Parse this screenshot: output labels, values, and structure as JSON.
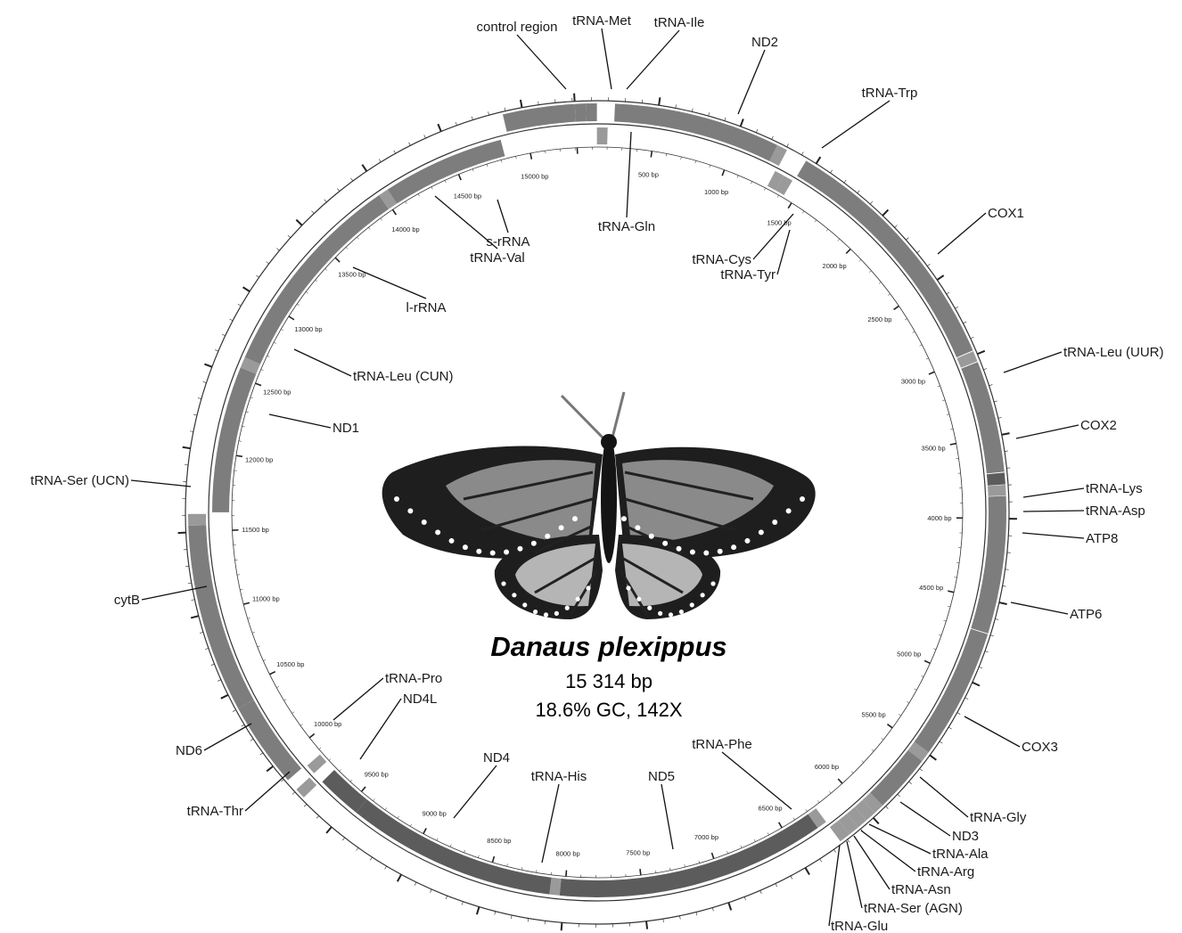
{
  "title": {
    "species": "Danaus plexippus",
    "length": "15 314 bp",
    "stats": "18.6% GC, 142X"
  },
  "genome": {
    "total_bp": 15314,
    "tick_labels": [
      "500 bp",
      "1000 bp",
      "1500 bp",
      "2000 bp",
      "2500 bp",
      "3000 bp",
      "3500 bp",
      "4000 bp",
      "4500 bp",
      "5000 bp",
      "5500 bp",
      "6000 bp",
      "6500 bp",
      "7000 bp",
      "7500 bp",
      "8000 bp",
      "8500 bp",
      "9000 bp",
      "9500 bp",
      "10000 bp",
      "10500 bp",
      "11000 bp",
      "11500 bp",
      "12000 bp",
      "12500 bp",
      "13000 bp",
      "13500 bp",
      "14000 bp",
      "14500 bp",
      "15000 bp"
    ]
  },
  "colors": {
    "gene_dark": "#5c5c5c",
    "gene_mid": "#7d7d7d",
    "gene_light": "#9a9a9a",
    "ring": "#333333"
  },
  "features": [
    {
      "name": "control region",
      "strand": "outer",
      "start": 14880,
      "end": 15314,
      "tone": "gene_mid"
    },
    {
      "name": "tRNA-Met",
      "strand": "outer",
      "start": 0,
      "end": 66,
      "tone": "gene_mid"
    },
    {
      "name": "tRNA-Ile",
      "strand": "outer",
      "start": 66,
      "end": 132,
      "tone": "gene_mid"
    },
    {
      "name": "tRNA-Gln",
      "strand": "inner",
      "start": 132,
      "end": 200,
      "tone": "gene_light"
    },
    {
      "name": "ND2",
      "strand": "outer",
      "start": 240,
      "end": 1245,
      "tone": "gene_mid"
    },
    {
      "name": "tRNA-Trp",
      "strand": "outer",
      "start": 1245,
      "end": 1310,
      "tone": "gene_light"
    },
    {
      "name": "tRNA-Cys",
      "strand": "inner",
      "start": 1305,
      "end": 1368,
      "tone": "gene_light"
    },
    {
      "name": "tRNA-Tyr",
      "strand": "inner",
      "start": 1368,
      "end": 1430,
      "tone": "gene_light"
    },
    {
      "name": "COX1",
      "strand": "outer",
      "start": 1440,
      "end": 2970,
      "tone": "gene_mid"
    },
    {
      "name": "tRNA-Leu (UUR)",
      "strand": "outer",
      "start": 2975,
      "end": 3040,
      "tone": "gene_light"
    },
    {
      "name": "COX2",
      "strand": "outer",
      "start": 3045,
      "end": 3720,
      "tone": "gene_mid"
    },
    {
      "name": "tRNA-Lys",
      "strand": "outer",
      "start": 3725,
      "end": 3795,
      "tone": "gene_dark"
    },
    {
      "name": "tRNA-Asp",
      "strand": "outer",
      "start": 3798,
      "end": 3862,
      "tone": "gene_light"
    },
    {
      "name": "ATP8",
      "strand": "outer",
      "start": 3865,
      "end": 4025,
      "tone": "gene_mid"
    },
    {
      "name": "ATP6",
      "strand": "outer",
      "start": 4020,
      "end": 4695,
      "tone": "gene_mid"
    },
    {
      "name": "COX3",
      "strand": "outer",
      "start": 4700,
      "end": 5490,
      "tone": "gene_mid"
    },
    {
      "name": "tRNA-Gly",
      "strand": "outer",
      "start": 5490,
      "end": 5555,
      "tone": "gene_light"
    },
    {
      "name": "ND3",
      "strand": "outer",
      "start": 5555,
      "end": 5910,
      "tone": "gene_mid"
    },
    {
      "name": "tRNA-Ala",
      "strand": "outer",
      "start": 5910,
      "end": 5975,
      "tone": "gene_light"
    },
    {
      "name": "tRNA-Arg",
      "strand": "outer",
      "start": 5975,
      "end": 6040,
      "tone": "gene_light"
    },
    {
      "name": "tRNA-Asn",
      "strand": "outer",
      "start": 6040,
      "end": 6105,
      "tone": "gene_light"
    },
    {
      "name": "tRNA-Ser (AGN)",
      "strand": "outer",
      "start": 6105,
      "end": 6172,
      "tone": "gene_light"
    },
    {
      "name": "tRNA-Glu",
      "strand": "outer",
      "start": 6172,
      "end": 6240,
      "tone": "gene_light"
    },
    {
      "name": "tRNA-Phe",
      "strand": "inner",
      "start": 6240,
      "end": 6305,
      "tone": "gene_light"
    },
    {
      "name": "ND5",
      "strand": "inner",
      "start": 6305,
      "end": 8030,
      "tone": "gene_dark"
    },
    {
      "name": "tRNA-His",
      "strand": "inner",
      "start": 8030,
      "end": 8095,
      "tone": "gene_light"
    },
    {
      "name": "ND4",
      "strand": "inner",
      "start": 8095,
      "end": 9440,
      "tone": "gene_dark"
    },
    {
      "name": "ND4L",
      "strand": "inner",
      "start": 9440,
      "end": 9730,
      "tone": "gene_dark"
    },
    {
      "name": "tRNA-Thr",
      "strand": "outer",
      "start": 9740,
      "end": 9805,
      "tone": "gene_light"
    },
    {
      "name": "tRNA-Pro",
      "strand": "inner",
      "start": 9805,
      "end": 9870,
      "tone": "gene_light"
    },
    {
      "name": "ND6",
      "strand": "outer",
      "start": 9880,
      "end": 10400,
      "tone": "gene_mid"
    },
    {
      "name": "cytB",
      "strand": "outer",
      "start": 10400,
      "end": 11540,
      "tone": "gene_mid"
    },
    {
      "name": "tRNA-Ser (UCN)",
      "strand": "outer",
      "start": 11540,
      "end": 11610,
      "tone": "gene_light"
    },
    {
      "name": "ND1",
      "strand": "inner",
      "start": 11620,
      "end": 12560,
      "tone": "gene_mid"
    },
    {
      "name": "tRNA-Leu (CUN)",
      "strand": "inner",
      "start": 12560,
      "end": 12630,
      "tone": "gene_light"
    },
    {
      "name": "l-rRNA",
      "strand": "inner",
      "start": 12630,
      "end": 13980,
      "tone": "gene_mid"
    },
    {
      "name": "tRNA-Val",
      "strand": "inner",
      "start": 13980,
      "end": 14045,
      "tone": "gene_light"
    },
    {
      "name": "s-rRNA",
      "strand": "inner",
      "start": 14045,
      "end": 14830,
      "tone": "gene_mid"
    }
  ],
  "labels": [
    {
      "key": "control region",
      "text": "control region"
    },
    {
      "key": "tRNA-Met",
      "text": "tRNA-Met"
    },
    {
      "key": "tRNA-Ile",
      "text": "tRNA-Ile"
    },
    {
      "key": "ND2",
      "text": "ND2"
    },
    {
      "key": "tRNA-Trp",
      "text": "tRNA-Trp"
    },
    {
      "key": "COX1",
      "text": "COX1"
    },
    {
      "key": "tRNA-Gln",
      "text": "tRNA-Gln"
    },
    {
      "key": "tRNA-Cys",
      "text": "tRNA-Cys"
    },
    {
      "key": "tRNA-Tyr",
      "text": "tRNA-Tyr"
    },
    {
      "key": "s-rRNA",
      "text": "s-rRNA"
    },
    {
      "key": "tRNA-Val",
      "text": "tRNA-Val"
    },
    {
      "key": "l-rRNA",
      "text": "l-rRNA"
    },
    {
      "key": "tRNA-Leu (CUN)",
      "text": "tRNA-Leu (CUN)"
    },
    {
      "key": "ND1",
      "text": "ND1"
    },
    {
      "key": "tRNA-Ser (UCN)",
      "text": "tRNA-Ser (UCN)"
    },
    {
      "key": "tRNA-Leu (UUR)",
      "text": "tRNA-Leu (UUR)"
    },
    {
      "key": "COX2",
      "text": "COX2"
    },
    {
      "key": "tRNA-Lys",
      "text": "tRNA-Lys"
    },
    {
      "key": "tRNA-Asp",
      "text": "tRNA-Asp"
    },
    {
      "key": "ATP8",
      "text": "ATP8"
    },
    {
      "key": "ATP6",
      "text": "ATP6"
    },
    {
      "key": "cytB",
      "text": "cytB"
    },
    {
      "key": "COX3",
      "text": "COX3"
    },
    {
      "key": "tRNA-Pro",
      "text": "tRNA-Pro"
    },
    {
      "key": "ND4L",
      "text": "ND4L"
    },
    {
      "key": "ND6",
      "text": "ND6"
    },
    {
      "key": "tRNA-Thr",
      "text": "tRNA-Thr"
    },
    {
      "key": "ND4",
      "text": "ND4"
    },
    {
      "key": "tRNA-His",
      "text": "tRNA-His"
    },
    {
      "key": "ND5",
      "text": "ND5"
    },
    {
      "key": "tRNA-Phe",
      "text": "tRNA-Phe"
    },
    {
      "key": "tRNA-Gly",
      "text": "tRNA-Gly"
    },
    {
      "key": "ND3",
      "text": "ND3"
    },
    {
      "key": "tRNA-Ala",
      "text": "tRNA-Ala"
    },
    {
      "key": "tRNA-Arg",
      "text": "tRNA-Arg"
    },
    {
      "key": "tRNA-Asn",
      "text": "tRNA-Asn"
    },
    {
      "key": "tRNA-Ser (AGN)",
      "text": "tRNA-Ser (AGN)"
    },
    {
      "key": "tRNA-Glu",
      "text": "tRNA-Glu"
    }
  ]
}
